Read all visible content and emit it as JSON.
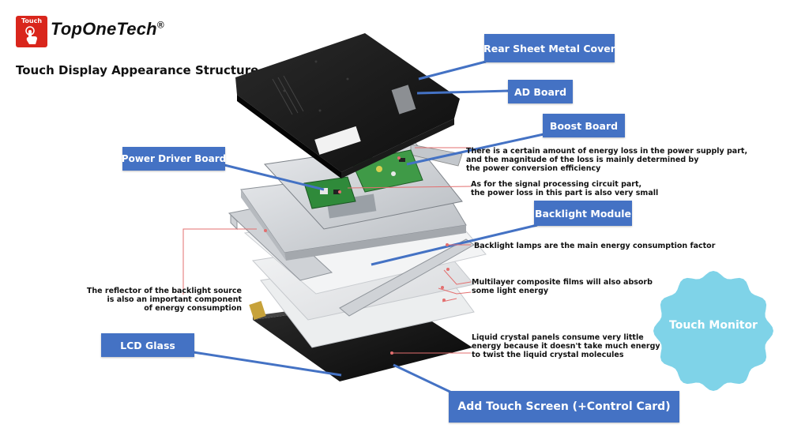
{
  "logo": {
    "mark_text": "Touch",
    "brand": "TopOneTech",
    "registered": "®"
  },
  "title": "Touch Display Appearance Structure",
  "labels": {
    "rear_cover": "Rear Sheet Metal Cover",
    "ad_board": "AD Board",
    "boost_board": "Boost Board",
    "power_driver": "Power Driver Board",
    "backlight_module": "Backlight Module",
    "lcd_glass": "LCD Glass",
    "touch_screen": "Add Touch Screen (+Control Card)"
  },
  "notes": {
    "power_loss": [
      "There is a certain amount of energy loss in the power supply part,",
      "and the magnitude of the loss is mainly determined by",
      "the power conversion efficiency"
    ],
    "signal_loss": [
      "As for the signal processing circuit part,",
      "the power loss in this part is also very small"
    ],
    "backlight_lamps": [
      "Backlight lamps are the main energy consumption factor"
    ],
    "films": [
      "Multilayer composite films will also absorb",
      "some light energy"
    ],
    "reflector": [
      "The reflector of the backlight source",
      "is also an important component",
      "of energy consumption"
    ],
    "liquid_crystal": [
      "Liquid crystal panels consume very little",
      "energy because it doesn't take much energy",
      "to twist the liquid crystal molecules"
    ]
  },
  "badge": "Touch Monitor",
  "colors": {
    "label_blue": "#4472c4",
    "badge_cyan": "#7fd3e8",
    "logo_red": "#d9261c",
    "leader_red": "#e36f6f"
  }
}
